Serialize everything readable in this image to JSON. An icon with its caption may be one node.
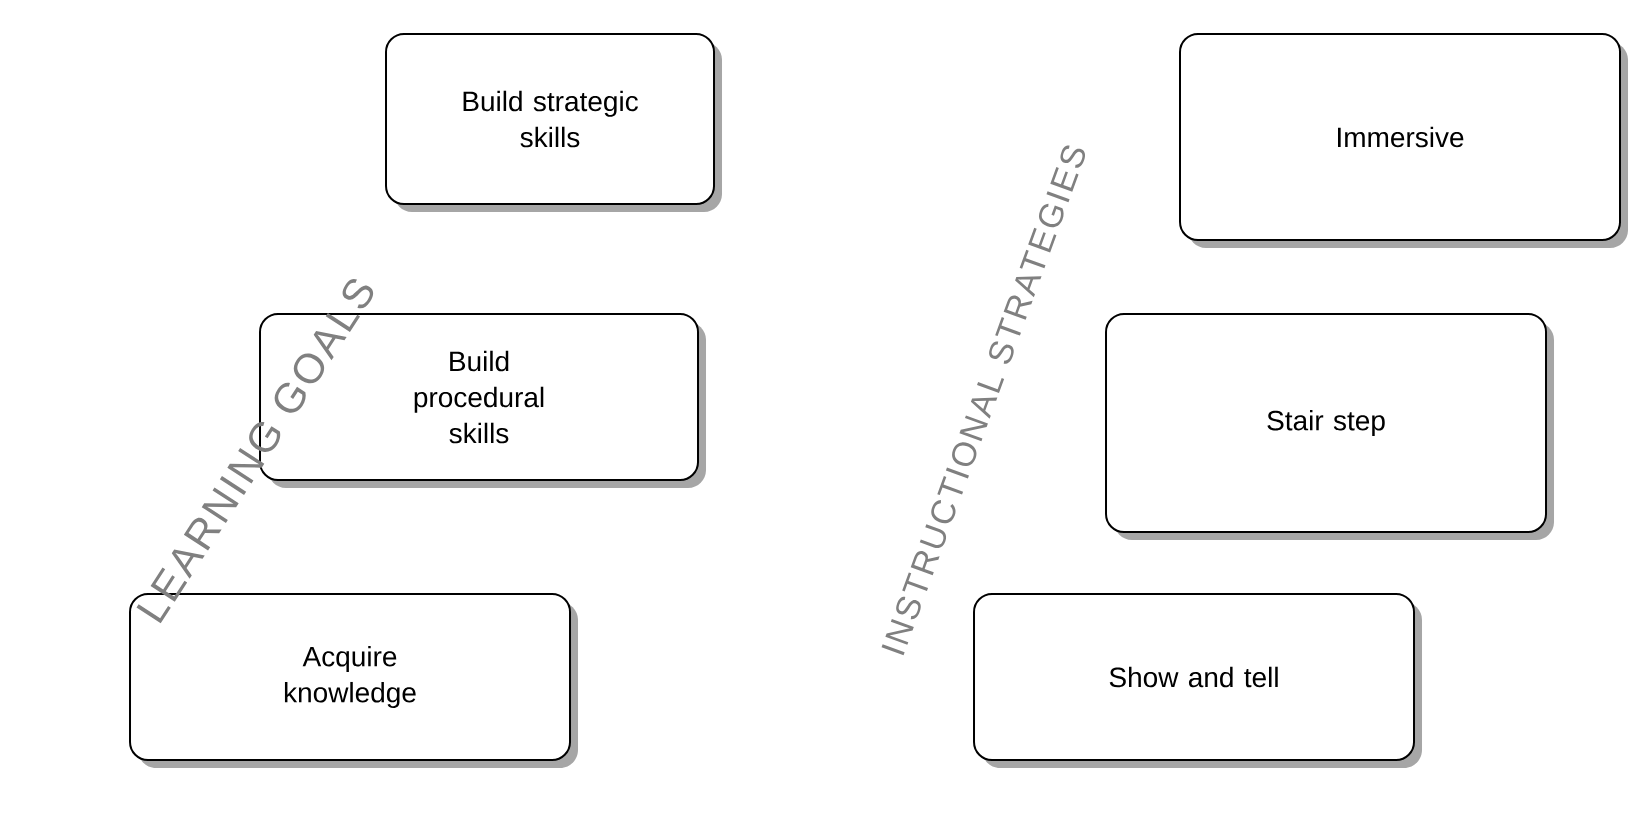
{
  "diagram": {
    "nodes": [
      {
        "text": [
          "Build strategic skills"
        ]
      },
      {
        "text": [
          "Build procedural skills"
        ]
      },
      {
        "text": [
          "Acquire knowledge"
        ]
      },
      {
        "text": [
          "Immersive"
        ]
      },
      {
        "text": [
          "Stair step"
        ]
      },
      {
        "text": [
          "Show and tell"
        ]
      }
    ],
    "labels": [
      "LEARNING GOALS",
      "INSTRUCTIONAL STRATEGIES"
    ]
  }
}
